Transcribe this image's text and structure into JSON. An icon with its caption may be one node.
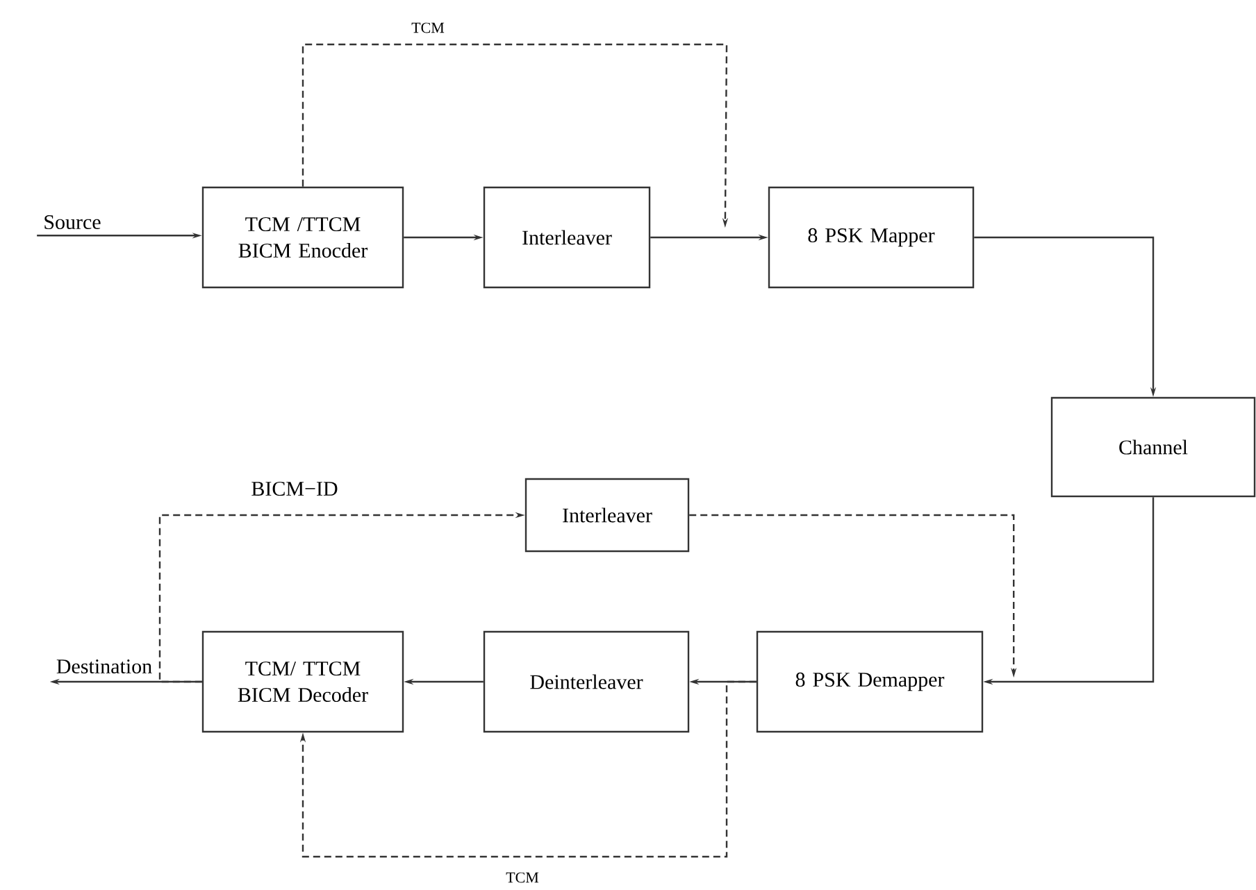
{
  "diagram": {
    "nodes": [
      {
        "text": [
          "Source"
        ]
      },
      {
        "text": [
          "TCM /TTCM BICM Enocder"
        ]
      },
      {
        "text": [
          "Interleaver"
        ]
      },
      {
        "text": [
          "8 PSK Mapper"
        ]
      },
      {
        "text": [
          "Channel"
        ]
      },
      {
        "text": [
          "Interleaver"
        ]
      },
      {
        "text": [
          "Destination"
        ]
      },
      {
        "text": [
          "TCM/ TTCM BICM Decoder"
        ]
      },
      {
        "text": [
          "Deinterleaver"
        ]
      },
      {
        "text": [
          "8 PSK Demapper"
        ]
      }
    ],
    "edges": [
      {
        "from": 0,
        "to": 1,
        "arrow": "to"
      },
      {
        "from": 1,
        "to": 2,
        "arrow": "to"
      },
      {
        "from": 2,
        "to": 3,
        "arrow": "to"
      },
      {
        "from": 1,
        "to": 3,
        "arrow": "to",
        "style": "dashed",
        "label": "TCM"
      },
      {
        "from": 3,
        "to": 4,
        "arrow": "to"
      },
      {
        "from": 4,
        "to": 9,
        "arrow": "to"
      },
      {
        "from": 9,
        "to": 8,
        "arrow": "to"
      },
      {
        "from": 8,
        "to": 7,
        "arrow": "to"
      },
      {
        "from": 7,
        "to": 6,
        "arrow": "to"
      },
      {
        "from": 7,
        "to": 5,
        "arrow": "to",
        "style": "dashed",
        "label": "BICM−ID"
      },
      {
        "from": 5,
        "to": 9,
        "arrow": "to",
        "style": "dashed"
      },
      {
        "from": 9,
        "to": 7,
        "arrow": "to",
        "style": "dashed",
        "label": "TCM"
      }
    ]
  }
}
